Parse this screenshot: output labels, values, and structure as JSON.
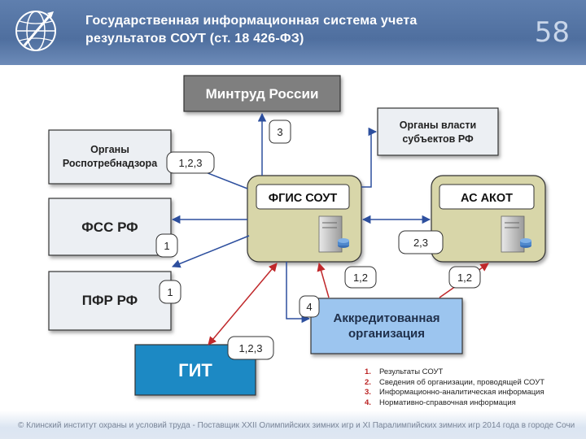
{
  "header": {
    "title_line1": "Государственная информационная система учета",
    "title_line2": "результатов СОУТ (ст. 18 426-ФЗ)",
    "page_number": "58"
  },
  "nodes": {
    "mintrud": "Минтруд России",
    "regional_authorities_line1": "Органы власти",
    "regional_authorities_line2": "субъектов РФ",
    "rospotreb_line1": "Органы",
    "rospotreb_line2": "Роспотребнадзора",
    "fgis": "ФГИС СОУТ",
    "as_akot": "АС АКОТ",
    "fss": "ФСС РФ",
    "pfr": "ПФР РФ",
    "accredited_line1": "Аккредитованная",
    "accredited_line2": "организация",
    "git": "ГИТ"
  },
  "edge_labels": {
    "to_mintrud": "3",
    "to_rospotreb": "1,2,3",
    "to_fss": "1",
    "to_pfr": "1",
    "fgis_akot": "2,3",
    "accredited_fgis": "1,2",
    "accredited_akot": "1,2",
    "to_accredited": "4",
    "to_git": "1,2,3"
  },
  "legend": [
    {
      "num": "1.",
      "text": "Результаты СОУТ"
    },
    {
      "num": "2.",
      "text": "Сведения об организации, проводящей СОУТ"
    },
    {
      "num": "3.",
      "text": "Информационно-аналитическая информация"
    },
    {
      "num": "4.",
      "text": "Нормативно-справочная информация"
    }
  ],
  "footer": {
    "text": "© Клинский институт охраны и условий труда - Поставщик XXII Олимпийских зимних игр и XI Паралимпийских зимних игр 2014 года в городе Сочи"
  },
  "colors": {
    "header_blue": "#5676a6",
    "fgis_box": "#d8d6a9",
    "gray_box": "#eceff3",
    "mintrud_box": "#7f7f7f",
    "accredited_box": "#9cc5ef",
    "git_box": "#1f89c4",
    "arrow_blue": "#2d4f9e",
    "arrow_red": "#c0282b"
  }
}
